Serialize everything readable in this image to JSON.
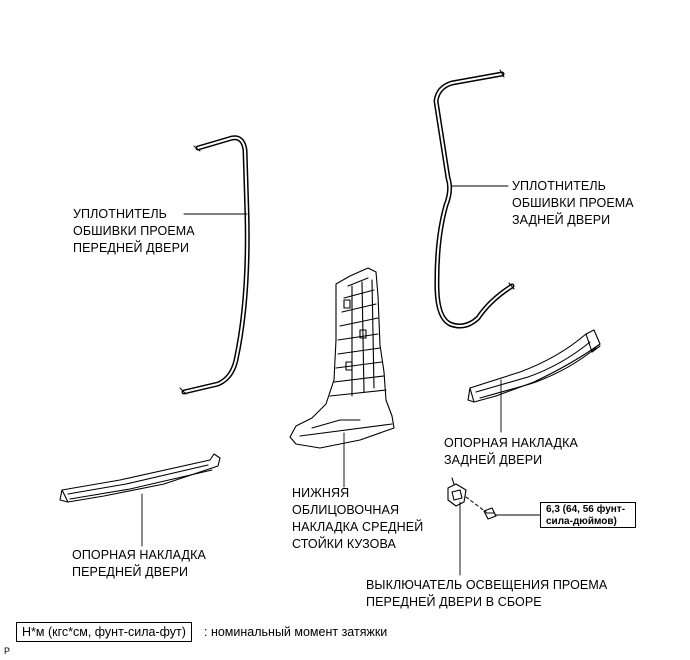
{
  "labels": {
    "front_weatherstrip": [
      "УПЛОТНИТЕЛЬ",
      "ОБШИВКИ ПРОЕМА",
      "ПЕРЕДНЕЙ ДВЕРИ"
    ],
    "rear_weatherstrip": [
      "УПЛОТНИТЕЛЬ",
      "ОБШИВКИ ПРОЕМА",
      "ЗАДНЕЙ ДВЕРИ"
    ],
    "rear_scuff_plate": [
      "ОПОРНАЯ НАКЛАДКА",
      "ЗАДНЕЙ ДВЕРИ"
    ],
    "center_pillar_garnish": [
      "НИЖНЯЯ",
      "ОБЛИЦОВОЧНАЯ",
      "НАКЛАДКА СРЕДНЕЙ",
      "СТОЙКИ КУЗОВА"
    ],
    "front_scuff_plate": [
      "ОПОРНАЯ НАКЛАДКА",
      "ПЕРЕДНЕЙ ДВЕРИ"
    ],
    "courtesy_switch": [
      "ВЫКЛЮЧАТЕЛЬ ОСВЕЩЕНИЯ ПРОЕМА",
      "ПЕРЕДНЕЙ ДВЕРИ В СБОРЕ"
    ]
  },
  "torque_spec": [
    "6,3 (64, 56 фунт-",
    "сила-дюймов)"
  ],
  "legend": {
    "unit_box": "Н*м (кгс*см, фунт-сила-фут)",
    "description": ": номинальный момент затяжки"
  },
  "corner_mark": "P"
}
